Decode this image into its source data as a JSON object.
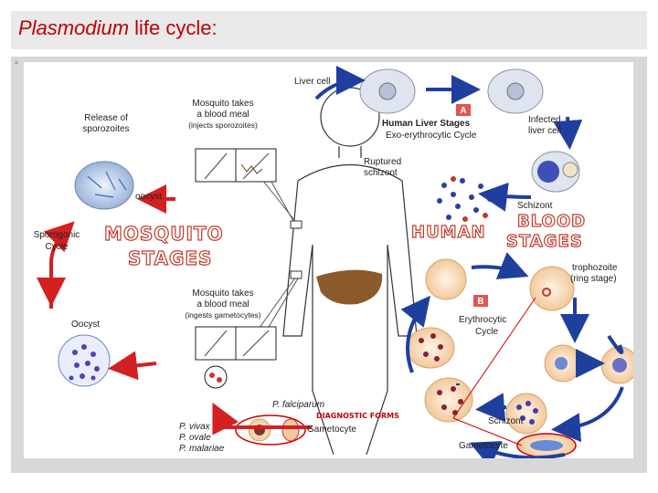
{
  "title": {
    "italic": "Plasmodium",
    "rest": " life cycle:"
  },
  "slide_marker": "a",
  "labels": {
    "liver_cell": "Liver cell",
    "mosquito_meal_1": "Mosquito takes",
    "mosquito_meal_1b": "a blood meal",
    "mosquito_meal_1c": "(injects sporozoites)",
    "release_1": "Release of",
    "release_2": "sporozoites",
    "oocyst_small": "oocyst",
    "sporogonic_1": "Sporogonic",
    "sporogonic_2": "Cycle",
    "oocyst": "Oocyst",
    "mosquito_stages_1": "MOSQUITO",
    "mosquito_stages_2": "STAGES",
    "mosquito_meal_2": "Mosquito takes",
    "mosquito_meal_2b": "a blood meal",
    "mosquito_meal_2c": "(ingests gametocytes)",
    "p_falciparum": "P. falciparum",
    "diagnostic": "DIAGNOSTIC FORMS",
    "p_vivax": "P. vivax",
    "p_ovale": "P. ovale",
    "p_malariae": "P. malariae",
    "gametocyte_left": "Gametocyte",
    "badge_a": "A",
    "human_liver_1": "Human Liver Stages",
    "human_liver_2": "Exo-erythrocytic Cycle",
    "infected_1": "Infected",
    "infected_2": "liver cell",
    "ruptured_1": "Ruptured",
    "ruptured_2": "schizont",
    "schizont_top": "Schizont",
    "human": "HUMAN",
    "blood": "BLOOD",
    "stages": "STAGES",
    "trophozoite_1": "trophozoite",
    "trophozoite_2": "(ring stage)",
    "badge_b": "B",
    "erythro_1": "Erythrocytic",
    "erythro_2": "Cycle",
    "schizont_bottom": "Schizont",
    "gametocyte_right": "Gametocyte"
  },
  "colors": {
    "title": "#c00000",
    "arrow_blue": "#1f3f9f",
    "arrow_red": "#d42020",
    "badge": "#e05555",
    "liver": "#8b5a2b"
  }
}
